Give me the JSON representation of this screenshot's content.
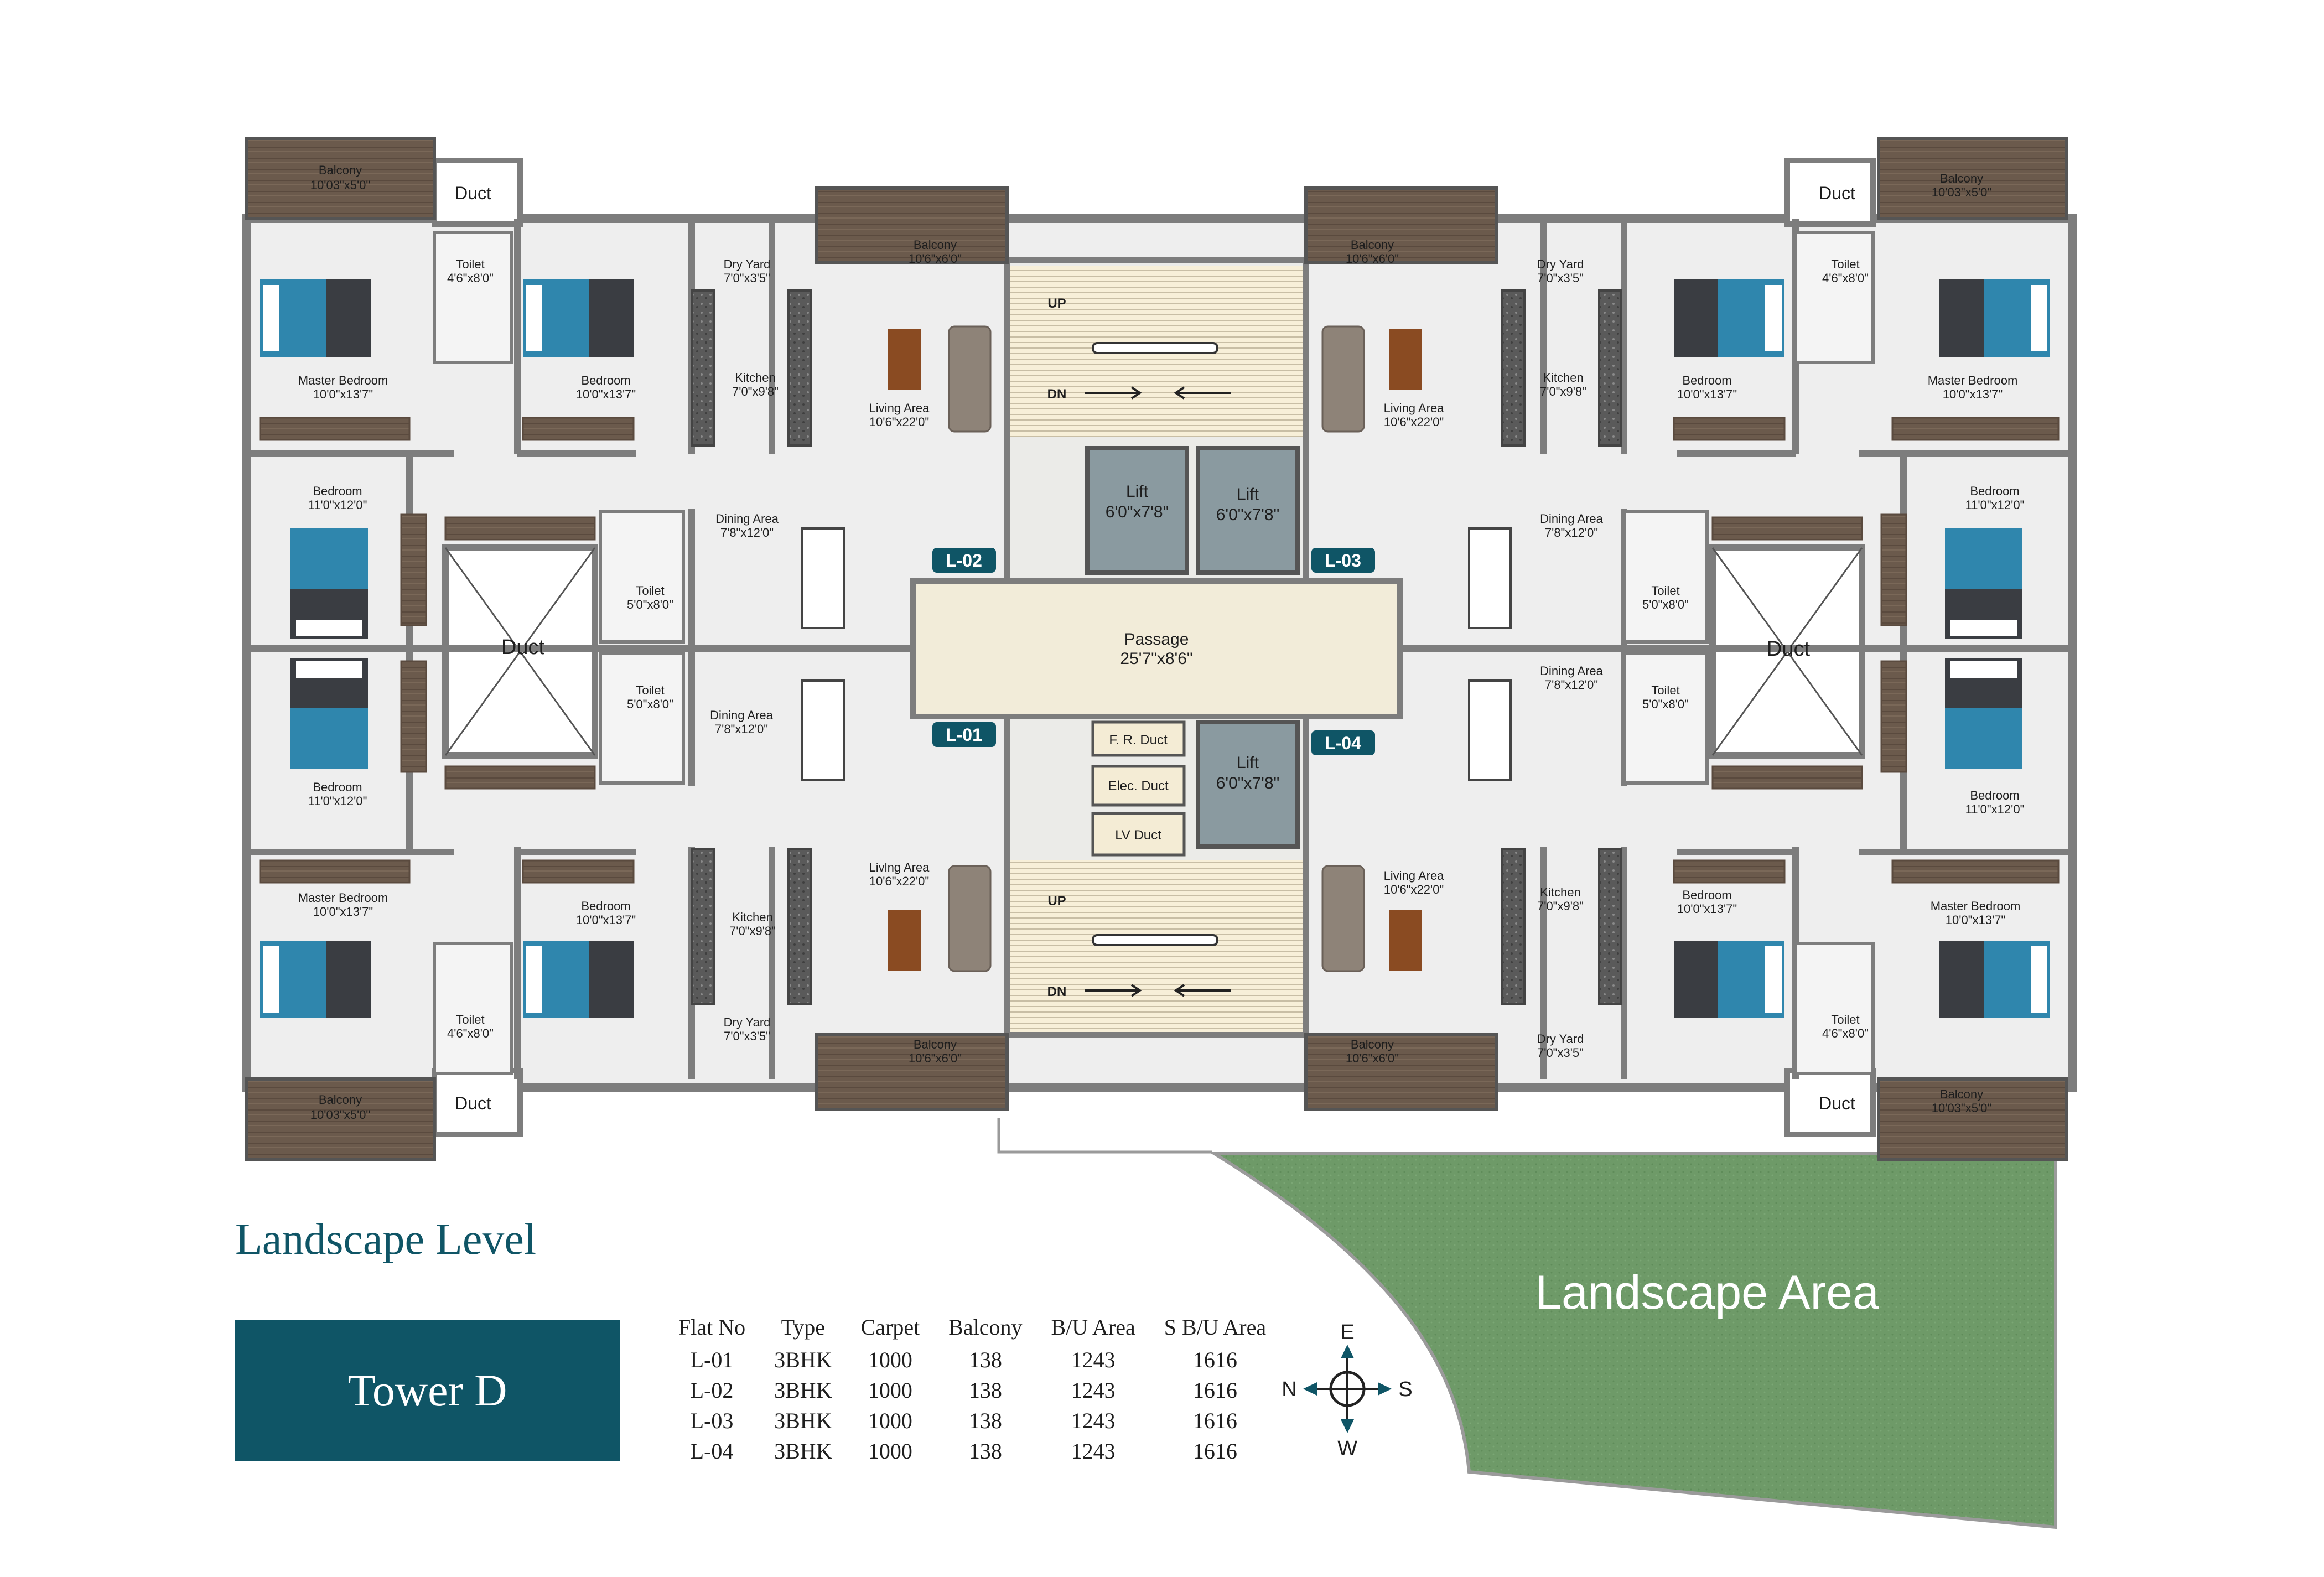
{
  "title": "Landscape Level",
  "tower_label": "Tower D",
  "landscape_label": "Landscape Area",
  "passage": {
    "name": "Passage",
    "size": "25'7\"x8'6\""
  },
  "core": {
    "lift_name": "Lift",
    "lift_size": "6'0\"x7'8\"",
    "fr_duct": "F. R. Duct",
    "elec_duct": "Elec. Duct",
    "lv_duct": "LV Duct",
    "up": "UP",
    "dn": "DN"
  },
  "flat_tags": {
    "l01": "L-01",
    "l02": "L-02",
    "l03": "L-03",
    "l04": "L-04"
  },
  "rooms": {
    "master_bedroom": "Master Bedroom",
    "master_bedroom_size": "10'0\"x13'7\"",
    "bedroom": "Bedroom",
    "bedroom_size": "10'0\"x13'7\"",
    "bedroom2": "Bedroom",
    "bedroom2_size": "11'0\"x12'0\"",
    "toilet": "Toilet",
    "toilet_size_a": "4'6\"x8'0\"",
    "toilet_size_b": "5'0\"x8'0\"",
    "dry_yard": "Dry Yard",
    "dry_yard_size": "7'0\"x3'5\"",
    "kitchen": "Kitchen",
    "kitchen_size": "7'0\"x9'8\"",
    "living": "Living Area",
    "living_alt": "Livlng Area",
    "living_size": "10'6\"x22'0\"",
    "dining": "Dining Area",
    "dining_size": "7'8\"x12'0\"",
    "balcony": "Balcony",
    "balcony_size_a": "10'03\"x5'0\"",
    "balcony_size_b": "10'6\"x6'0\"",
    "duct": "Duct"
  },
  "compass": {
    "n": "N",
    "s": "S",
    "e": "E",
    "w": "W"
  },
  "area_table": {
    "headers": [
      "Flat No",
      "Type",
      "Carpet",
      "Balcony",
      "B/U Area",
      "S B/U Area"
    ],
    "rows": [
      [
        "L-01",
        "3BHK",
        "1000",
        "138",
        "1243",
        "1616"
      ],
      [
        "L-02",
        "3BHK",
        "1000",
        "138",
        "1243",
        "1616"
      ],
      [
        "L-03",
        "3BHK",
        "1000",
        "138",
        "1243",
        "1616"
      ],
      [
        "L-04",
        "3BHK",
        "1000",
        "138",
        "1243",
        "1616"
      ]
    ]
  },
  "colors": {
    "teal": "#0f5566",
    "wall": "#7d7d7d",
    "floor": "#eeeeee",
    "stair": "#f7efd8",
    "lift": "#8a9aa0",
    "lawn": "#6e9a68",
    "wood": "#6b5a4c",
    "bed_blue": "#2f86ad"
  }
}
